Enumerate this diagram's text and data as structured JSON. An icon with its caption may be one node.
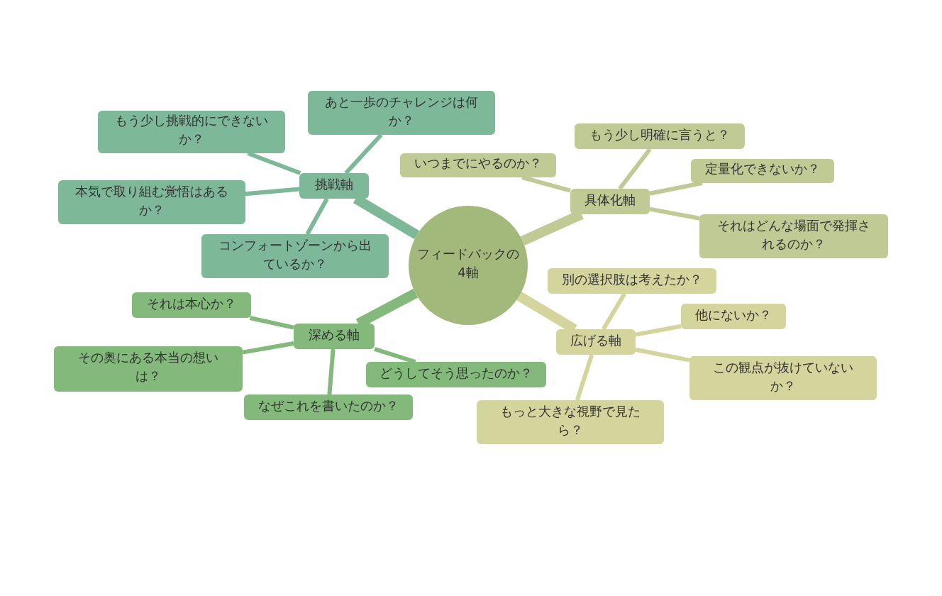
{
  "diagram": {
    "nodes": [
      {
        "text": [
          "フィードバックの4軸"
        ]
      },
      {
        "text": [
          "挑戦軸"
        ]
      },
      {
        "text": [
          "あと一歩のチャレンジは何か？"
        ]
      },
      {
        "text": [
          "もう少し挑戦的にできないか？"
        ]
      },
      {
        "text": [
          "本気で取り組む覚悟はあるか？"
        ]
      },
      {
        "text": [
          "コンフォートゾーンから出ているか？"
        ]
      },
      {
        "text": [
          "具体化軸"
        ]
      },
      {
        "text": [
          "もう少し明確に言うと？"
        ]
      },
      {
        "text": [
          "いつまでにやるのか？"
        ]
      },
      {
        "text": [
          "定量化できないか？"
        ]
      },
      {
        "text": [
          "それはどんな場面で発揮されるのか？"
        ]
      },
      {
        "text": [
          "深める軸"
        ]
      },
      {
        "text": [
          "それは本心か？"
        ]
      },
      {
        "text": [
          "その奥にある本当の想いは？"
        ]
      },
      {
        "text": [
          "なぜこれを書いたのか？"
        ]
      },
      {
        "text": [
          "どうしてそう思ったのか？"
        ]
      },
      {
        "text": [
          "広げる軸"
        ]
      },
      {
        "text": [
          "別の選択肢は考えたか？"
        ]
      },
      {
        "text": [
          "他にないか？"
        ]
      },
      {
        "text": [
          "この観点が抜けていないか？"
        ]
      },
      {
        "text": [
          "もっと大きな視野で見たら？"
        ]
      }
    ],
    "edges": [
      {
        "from": 0,
        "to": 1,
        "arrow": "none",
        "style": "thick",
        "color": "#7db899"
      },
      {
        "from": 1,
        "to": 2,
        "arrow": "none",
        "color": "#7db899"
      },
      {
        "from": 1,
        "to": 3,
        "arrow": "none",
        "color": "#7db899"
      },
      {
        "from": 1,
        "to": 4,
        "arrow": "none",
        "color": "#7db899"
      },
      {
        "from": 1,
        "to": 5,
        "arrow": "none",
        "color": "#7db899"
      },
      {
        "from": 0,
        "to": 6,
        "arrow": "none",
        "style": "thick",
        "color": "#c0ca94"
      },
      {
        "from": 6,
        "to": 7,
        "arrow": "none",
        "color": "#c0ca94"
      },
      {
        "from": 6,
        "to": 8,
        "arrow": "none",
        "color": "#c0ca94"
      },
      {
        "from": 6,
        "to": 9,
        "arrow": "none",
        "color": "#c0ca94"
      },
      {
        "from": 6,
        "to": 10,
        "arrow": "none",
        "color": "#c0ca94"
      },
      {
        "from": 0,
        "to": 11,
        "arrow": "none",
        "style": "thick",
        "color": "#83b97b"
      },
      {
        "from": 11,
        "to": 12,
        "arrow": "none",
        "color": "#83b97b"
      },
      {
        "from": 11,
        "to": 13,
        "arrow": "none",
        "color": "#83b97b"
      },
      {
        "from": 11,
        "to": 14,
        "arrow": "none",
        "color": "#83b97b"
      },
      {
        "from": 11,
        "to": 15,
        "arrow": "none",
        "color": "#83b97b"
      },
      {
        "from": 0,
        "to": 16,
        "arrow": "none",
        "style": "thick",
        "color": "#d4d49d"
      },
      {
        "from": 16,
        "to": 17,
        "arrow": "none",
        "color": "#d4d49d"
      },
      {
        "from": 16,
        "to": 18,
        "arrow": "none",
        "color": "#d4d49d"
      },
      {
        "from": 16,
        "to": 19,
        "arrow": "none",
        "color": "#d4d49d"
      },
      {
        "from": 16,
        "to": 20,
        "arrow": "none",
        "color": "#d4d49d"
      }
    ]
  }
}
